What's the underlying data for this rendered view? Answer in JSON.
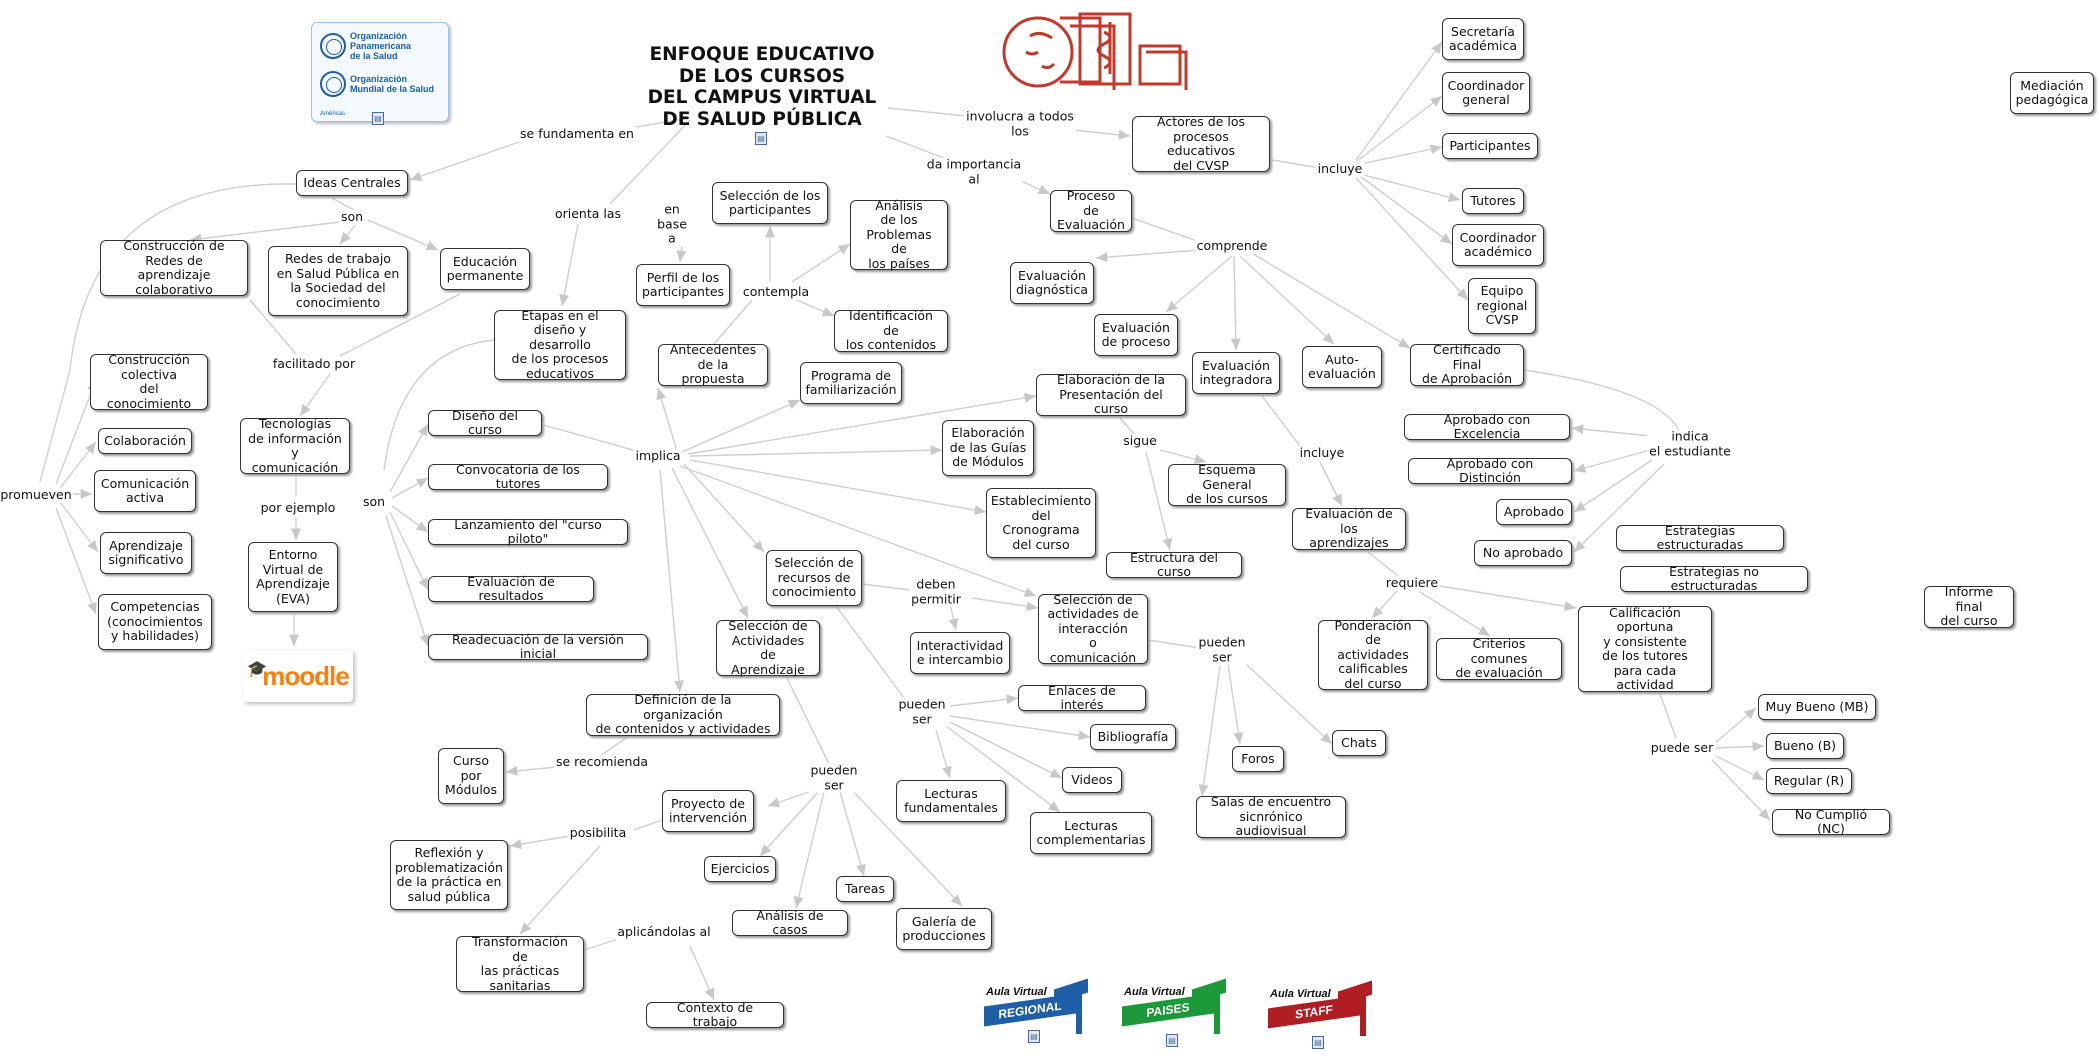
{
  "title": "ENFOQUE EDUCATIVO\nDE LOS CURSOS\nDEL CAMPUS VIRTUAL\nDE SALUD PÚBLICA",
  "logos": {
    "ops": {
      "line1": "Organización\nPanamericana\nde la Salud",
      "line2": "Organización\nMundial de la Salud",
      "region": "Américas"
    },
    "moodle": "moodle",
    "aula_regional": {
      "line1": "Aula Virtual",
      "band": "REGIONAL",
      "color": "#1f5fa8"
    },
    "aula_paises": {
      "line1": "Aula Virtual",
      "band": "PAISES",
      "color": "#1c9a3a"
    },
    "aula_staff": {
      "line1": "Aula Virtual",
      "band": "STAFF",
      "color": "#b01e24"
    },
    "header_accent": "#c0392b"
  },
  "nodes": {
    "secretaria": "Secretaría\nacadémica",
    "coord_general": "Coordinador\ngeneral",
    "participantes": "Participantes",
    "tutores": "Tutores",
    "coord_academico": "Coordinador\nacadémico",
    "equipo_regional": "Equipo\nregional\nCVSP",
    "mediacion": "Mediación\npedagógica",
    "actores": "Actores de los\nprocesos educativos\ndel CVSP",
    "proceso_eval": "Proceso de\nEvaluación",
    "eval_diag": "Evaluación\ndiagnóstica",
    "eval_proceso": "Evaluación\nde proceso",
    "eval_integradora": "Evaluación\nintegradora",
    "autoeval": "Auto-\nevaluación",
    "certificado": "Certificado Final\nde Aprobación",
    "aprob_excelencia": "Aprobado con Excelencia",
    "aprob_distincion": "Aprobado con Distinción",
    "aprobado": "Aprobado",
    "no_aprobado": "No aprobado",
    "estrat_estruct": "Estrategias estructuradas",
    "estrat_no_estruct": "Estrategias no estructuradas",
    "informe_final": "Informe final\ndel curso",
    "eval_aprendizajes": "Evaluación de\nlos aprendizajes",
    "ponderacion": "Ponderación de\nactividades\ncalificables\ndel curso",
    "criterios": "Criterios comunes\nde evaluación",
    "calificacion": "Calificación\noportuna\ny consistente\nde los tutores\npara cada actividad",
    "muy_bueno": "Muy Bueno (MB)",
    "bueno": "Bueno (B)",
    "regular": "Regular (R)",
    "no_cumplio": "No Cumplió (NC)",
    "ideas_centrales": "Ideas Centrales",
    "construccion_redes": "Construcción de\nRedes de aprendizaje\ncolaborativo",
    "redes_trabajo": "Redes de trabajo\nen Salud Pública en\nla Sociedad del\nconocimiento",
    "educacion_perm": "Educación\npermanente",
    "construccion_colectiva": "Construcción\ncolectiva\ndel conocimiento",
    "colaboracion": "Colaboración",
    "comunicacion_activa": "Comunicación\nactiva",
    "aprendizaje_signif": "Aprendizaje\nsignificativo",
    "competencias": "Competencias\n(conocimientos\ny habilidades)",
    "tic": "Tecnologías\nde información\ny comunicación",
    "eva": "Entorno\nVirtual de\nAprendizaje\n(EVA)",
    "etapas": "Etapas en el\ndiseño y desarrollo\nde los procesos\neducativos",
    "seleccion_participantes": "Selección de los\nparticipantes",
    "perfil_participantes": "Perfil de los\nparticipantes",
    "analisis_problemas": "Análisis\nde los\nProblemas de\nlos países",
    "identificacion_contenidos": "Identificación de\nlos contenidos",
    "antecedentes": "Antecedentes\nde la propuesta",
    "programa_familiarizacion": "Programa de\nfamiliarización",
    "elab_presentacion": "Elaboración de la\nPresentación del curso",
    "esquema_general": "Esquema General\nde los cursos",
    "estructura_curso": "Estructura del curso",
    "elab_guias": "Elaboración\nde las Guías\nde Módulos",
    "cronograma": "Establecimiento\ndel\nCronograma\ndel curso",
    "diseno_curso": "Diseño del curso",
    "convocatoria_tutores": "Convocatoria de los tutores",
    "lanzamiento": "Lanzamiento del \"curso piloto\"",
    "eval_resultados": "Evaluación de resultados",
    "readecuacion": "Readecuación de la versión inicial",
    "sel_recursos": "Selección de\nrecursos de\nconocimiento",
    "interactividad": "Interactividad\ne intercambio",
    "sel_act_interaccion": "Selección de\nactividades de\ninteracción\no comunicación",
    "sel_act_aprendizaje": "Selección de\nActividades\nde Aprendizaje",
    "definicion_org": "Definición de la organización\nde contenidos y actividades",
    "curso_modulos": "Curso\npor\nMódulos",
    "proyecto_intervencion": "Proyecto de\nintervención",
    "reflexion": "Reflexión y\nproblematización\nde la práctica en\nsalud pública",
    "transformacion": "Transformación de\nlas prácticas\nsanitarias",
    "contexto_trabajo": "Contexto de trabajo",
    "ejercicios": "Ejercicios",
    "tareas": "Tareas",
    "analisis_casos": "Análisis de casos",
    "galeria": "Galería de\nproducciones",
    "enlaces": "Enlaces de interés",
    "bibliografia": "Bibliografía",
    "videos": "Videos",
    "lecturas_fund": "Lecturas\nfundamentales",
    "lecturas_comp": "Lecturas\ncomplementarias",
    "foros": "Foros",
    "chats": "Chats",
    "salas": "Salas de encuentro\nsicnrónico audiovisual"
  },
  "links": {
    "se_fundamenta": "se fundamenta en",
    "orienta": "orienta las",
    "involucra": "involucra a todos\nlos",
    "da_importancia": "da importancia\nal",
    "incluye_actores": "incluye",
    "comprende": "comprende",
    "indica": "indica\nel estudiante",
    "incluye_eval": "incluye",
    "requiere": "requiere",
    "puede_ser": "puede ser",
    "son_ideas": "son",
    "facilitado": "facilitado por",
    "por_ejemplo": "por ejemplo",
    "promueven": "promueven",
    "son_etapas": "son",
    "implica": "implica",
    "contempla": "contempla",
    "en_base": "en\nbase\na",
    "sigue": "sigue",
    "deben_permitir": "deben\npermitir",
    "pueden_ser_rec": "pueden\nser",
    "pueden_ser_int": "pueden\nser",
    "pueden_ser_act": "pueden\nser",
    "se_recomienda": "se recomienda",
    "posibilita": "posibilita",
    "aplicandolas": "aplicándolas al"
  }
}
